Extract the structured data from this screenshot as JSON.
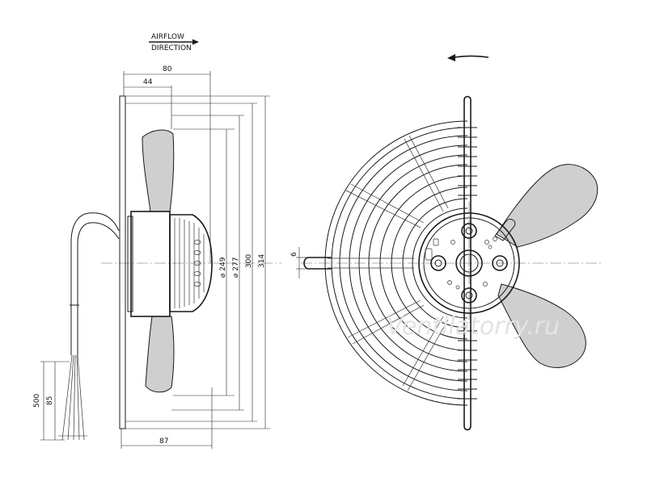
{
  "labels": {
    "airflow": "AIRFLOW",
    "direction": "DIRECTION",
    "dim_80": "80",
    "dim_44": "44",
    "dim_87": "87",
    "dim_249": "⌀ 249",
    "dim_277": "⌀ 277",
    "dim_300": "300",
    "dim_314": "314",
    "dim_500": "500",
    "dim_85": "85",
    "dim_6": "6"
  },
  "watermark": "Ventilatorry.ru",
  "icons": {
    "airflow_arrow": "arrow-right-icon",
    "rotation_arrow": "arrow-left-icon"
  },
  "colors": {
    "line": "#1a1a1a",
    "blade_fill": "#cfcfcf",
    "watermark": "#e3e3e3"
  }
}
